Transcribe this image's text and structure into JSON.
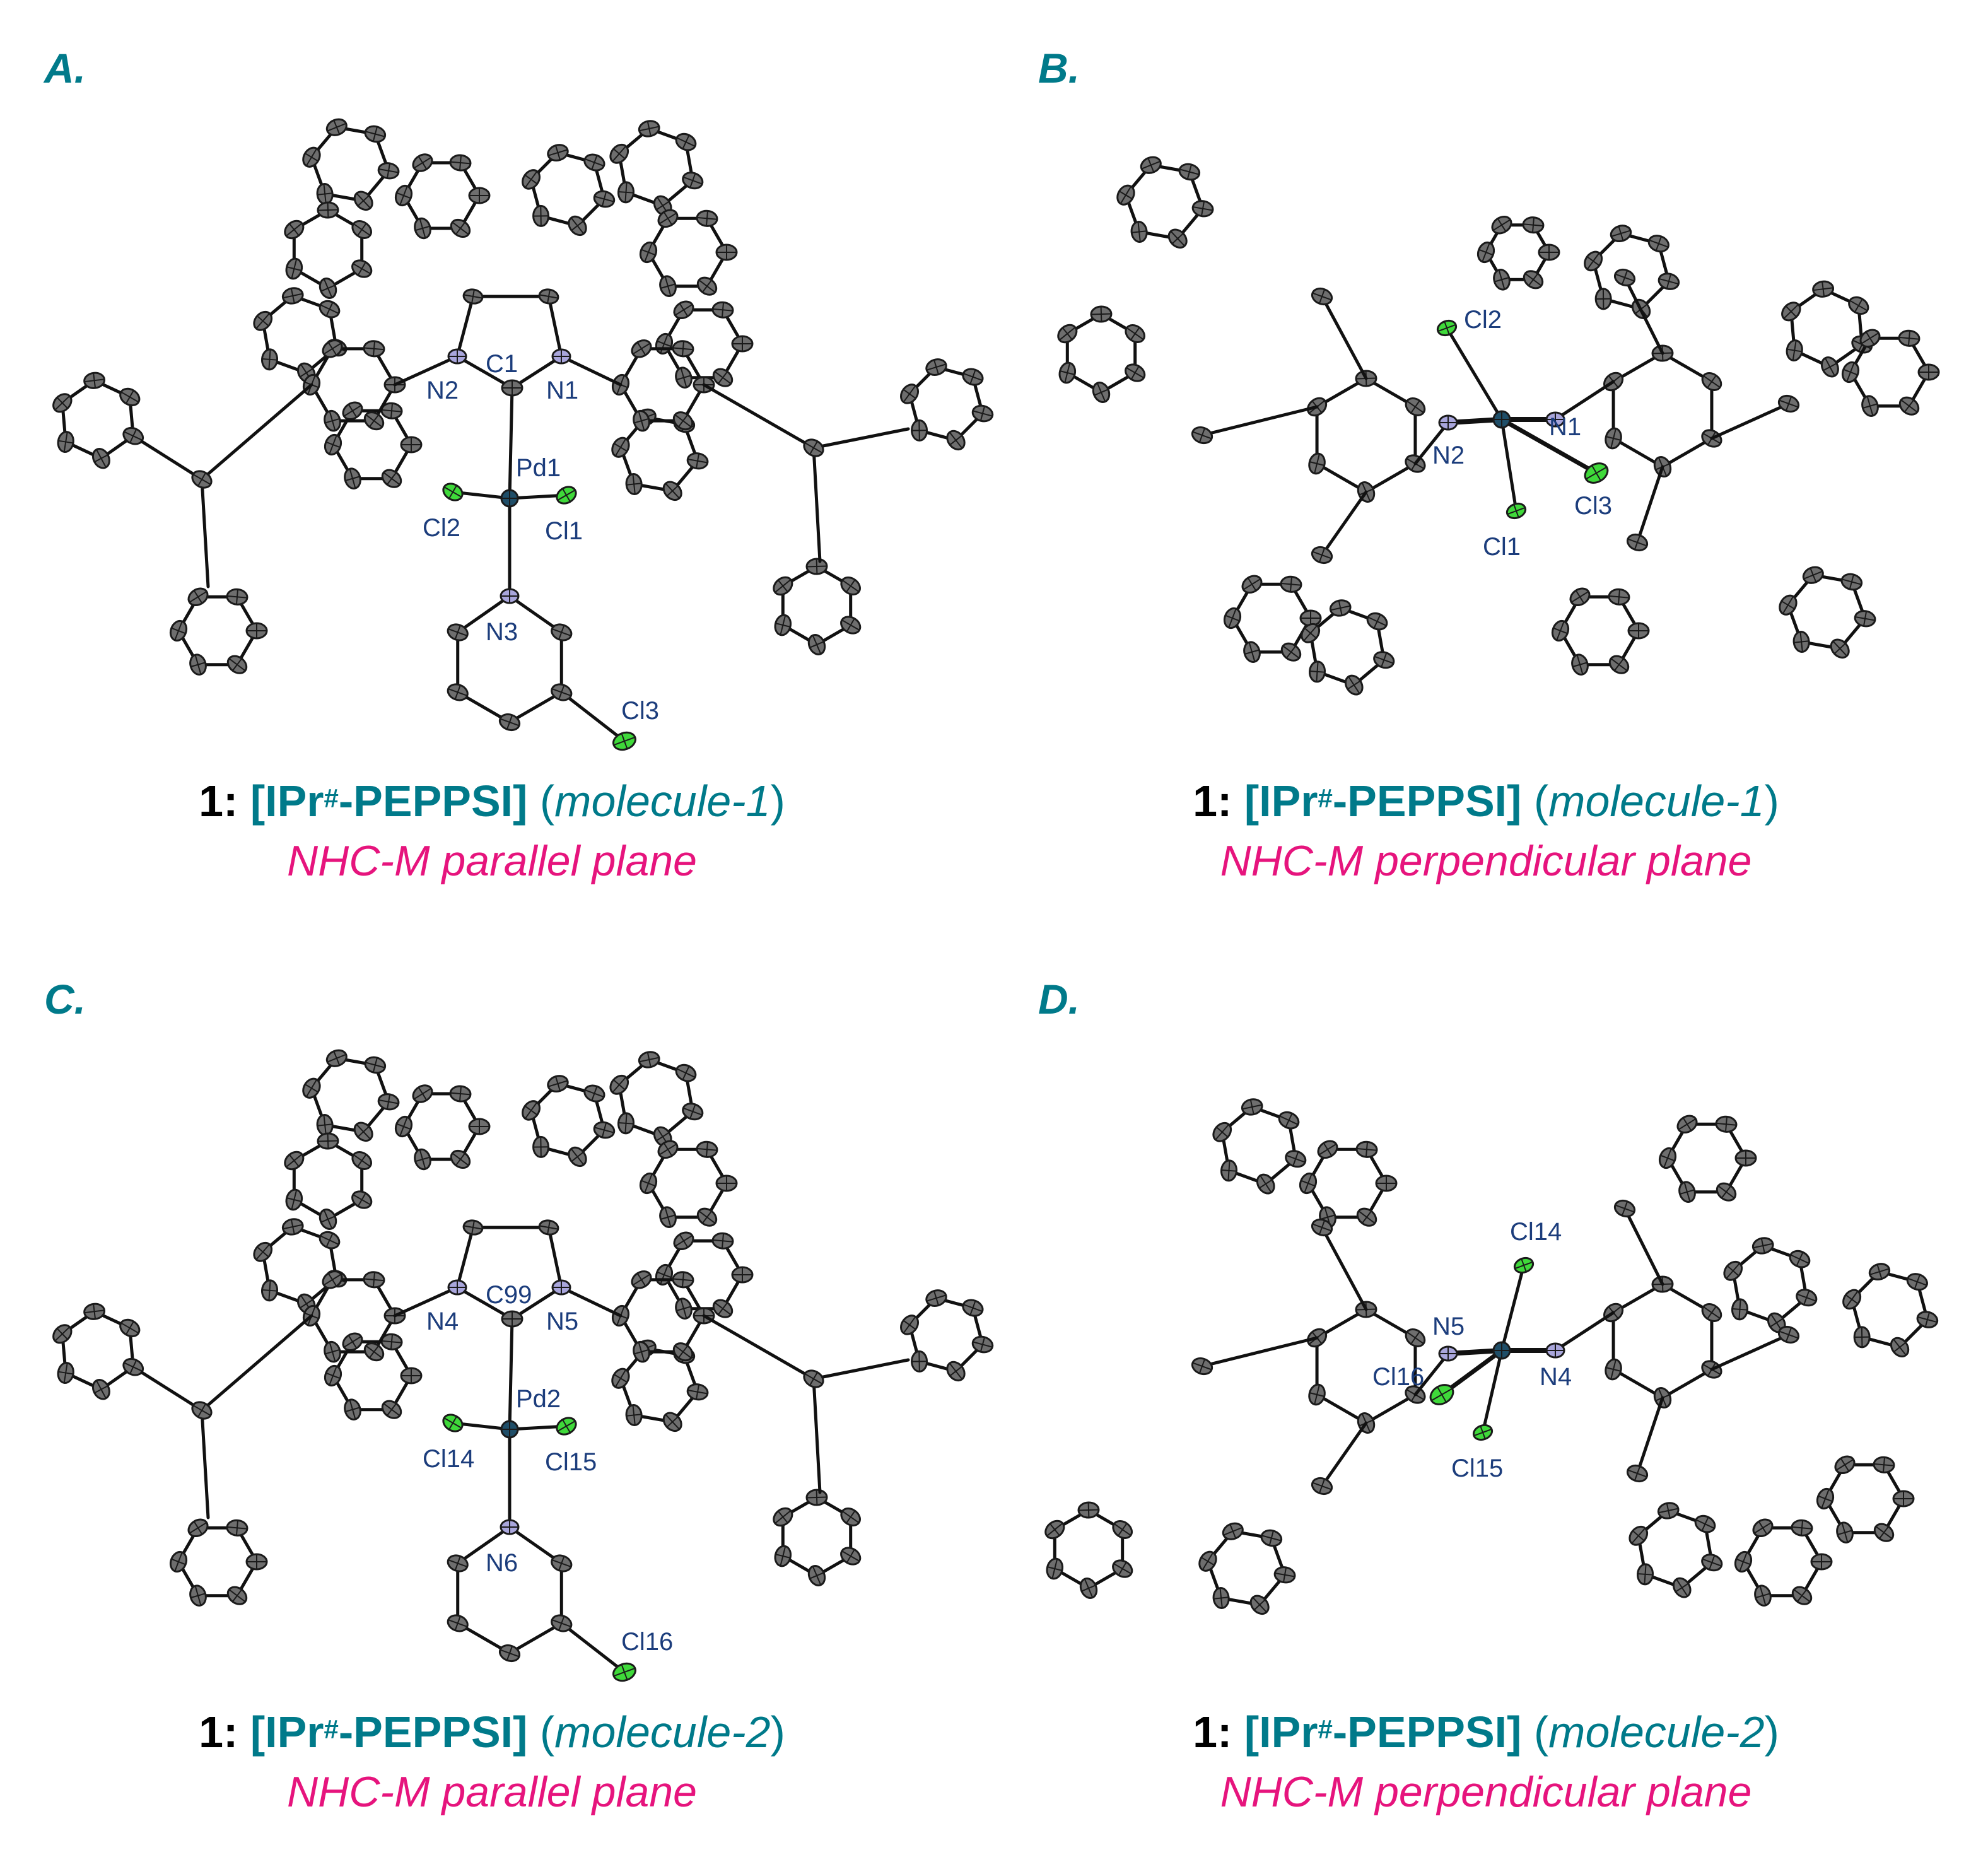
{
  "panels": [
    {
      "letter": "A.",
      "view": "parallel",
      "atom_labels": {
        "c": "C1",
        "nl": "N2",
        "nr": "N1",
        "m": "Pd1",
        "cll": "Cl2",
        "clr": "Cl1",
        "npy": "N3",
        "clpy": "Cl3"
      },
      "caption": {
        "number": "1:",
        "compound_main": "[IPr",
        "compound_sup": "#",
        "compound_tail": "-PEPPSI]",
        "paren_open": "(",
        "molecule": "molecule-1",
        "paren_close": ")",
        "plane": "NHC-M parallel plane"
      }
    },
    {
      "letter": "B.",
      "view": "perpendicular",
      "atom_labels": {
        "top": "Cl2",
        "nl": "N2",
        "nr": "N1",
        "br": "Cl3",
        "bot": "Cl1"
      },
      "caption": {
        "number": "1:",
        "compound_main": "[IPr",
        "compound_sup": "#",
        "compound_tail": "-PEPPSI]",
        "paren_open": "(",
        "molecule": "molecule-1",
        "paren_close": ")",
        "plane": "NHC-M perpendicular plane"
      }
    },
    {
      "letter": "C.",
      "view": "parallel",
      "atom_labels": {
        "c": "C99",
        "nl": "N4",
        "nr": "N5",
        "m": "Pd2",
        "cll": "Cl14",
        "clr": "Cl15",
        "npy": "N6",
        "clpy": "Cl16"
      },
      "caption": {
        "number": "1:",
        "compound_main": "[IPr",
        "compound_sup": "#",
        "compound_tail": "-PEPPSI]",
        "paren_open": "(",
        "molecule": "molecule-2",
        "paren_close": ")",
        "plane": "NHC-M parallel plane"
      }
    },
    {
      "letter": "D.",
      "view": "perpendicular",
      "atom_labels": {
        "top": "Cl14",
        "nl": "N5",
        "nr": "N4",
        "bl": "Cl16",
        "bot": "Cl15"
      },
      "caption": {
        "number": "1:",
        "compound_main": "[IPr",
        "compound_sup": "#",
        "compound_tail": "-PEPPSI]",
        "paren_open": "(",
        "molecule": "molecule-2",
        "paren_close": ")",
        "plane": "NHC-M perpendicular plane"
      }
    }
  ],
  "colors": {
    "carbon": "#6e6e6e",
    "nitrogen": "#a9a6dc",
    "chlorine": "#3fd93a",
    "palladium": "#1f4e68",
    "bond": "#111111",
    "letter": "#007a8a",
    "plane_caption": "#e6147d"
  }
}
